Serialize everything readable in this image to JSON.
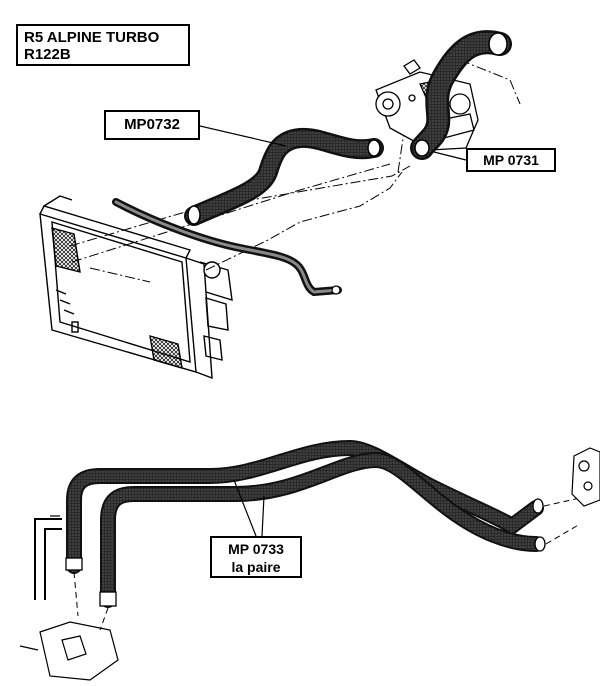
{
  "title": {
    "line1": "R5 ALPINE TURBO",
    "line2": "R122B"
  },
  "parts": {
    "mp0732": {
      "code": "MP0732"
    },
    "mp0731": {
      "code": "MP 0731"
    },
    "mp0733": {
      "code": "MP 0733",
      "note": "la paire"
    }
  },
  "colors": {
    "ink": "#000000",
    "hose": "#1e1e1e",
    "hose_hl": "#8a8a8a",
    "paper": "#ffffff"
  }
}
